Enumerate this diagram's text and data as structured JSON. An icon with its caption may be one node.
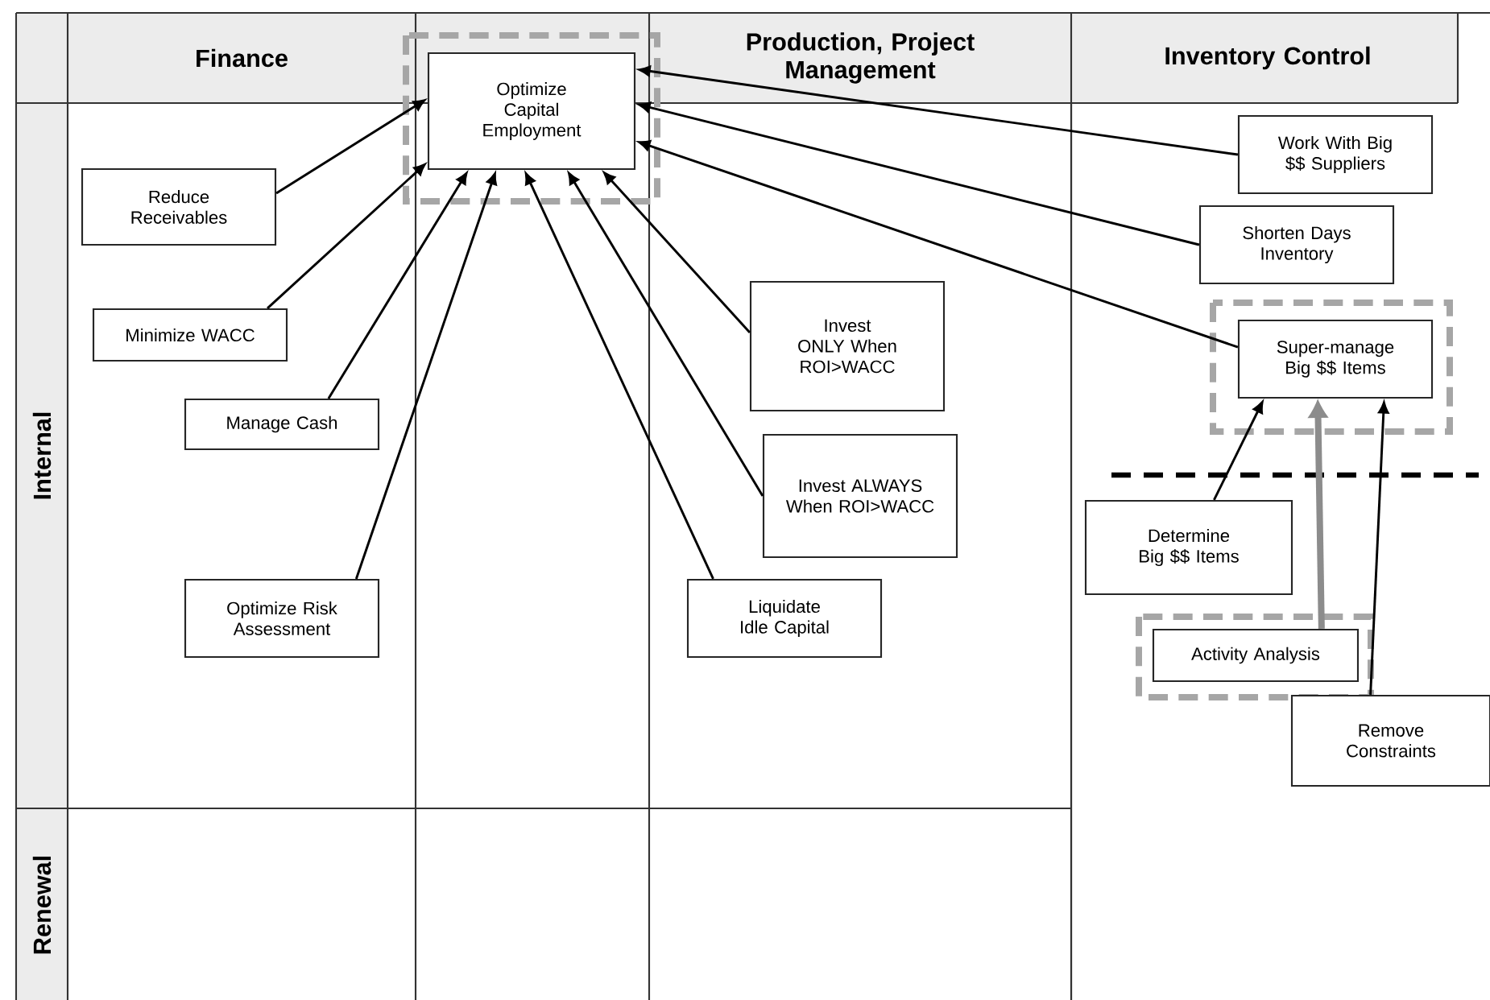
{
  "diagram": {
    "nodes": [
      {
        "text": [
          "Optimize Capital Employment"
        ]
      },
      {
        "text": [
          "Reduce Receivables"
        ]
      },
      {
        "text": [
          "Minimize WACC"
        ]
      },
      {
        "text": [
          "Manage Cash"
        ]
      },
      {
        "text": [
          "Optimize Risk Assessment"
        ]
      },
      {
        "text": [
          "Invest ONLY When ROI>WACC"
        ]
      },
      {
        "text": [
          "Invest ALWAYS When ROI>WACC"
        ]
      },
      {
        "text": [
          "Liquidate Idle Capital"
        ]
      },
      {
        "text": [
          "Work With Big $$ Suppliers"
        ]
      },
      {
        "text": [
          "Shorten Days Inventory"
        ]
      },
      {
        "text": [
          "Super-manage Big $$ Items"
        ]
      },
      {
        "text": [
          "Determine Big $$ Items"
        ]
      },
      {
        "text": [
          "Activity Analysis"
        ]
      },
      {
        "text": [
          "Remove Constraints"
        ]
      }
    ],
    "edges": [
      {
        "from": 1,
        "to": 0,
        "arrow": "to"
      },
      {
        "from": 2,
        "to": 0,
        "arrow": "to"
      },
      {
        "from": 3,
        "to": 0,
        "arrow": "to"
      },
      {
        "from": 4,
        "to": 0,
        "arrow": "to"
      },
      {
        "from": 7,
        "to": 0,
        "arrow": "to"
      },
      {
        "from": 6,
        "to": 0,
        "arrow": "to"
      },
      {
        "from": 5,
        "to": 0,
        "arrow": "to"
      },
      {
        "from": 8,
        "to": 0,
        "arrow": "to"
      },
      {
        "from": 9,
        "to": 0,
        "arrow": "to"
      },
      {
        "from": 10,
        "to": 0,
        "arrow": "to"
      },
      {
        "from": 11,
        "to": 10,
        "arrow": "to"
      },
      {
        "from": 12,
        "to": 10,
        "arrow": "to",
        "style": "thick",
        "color": "#8c8c8c"
      },
      {
        "from": 13,
        "to": 10,
        "arrow": "to"
      }
    ],
    "labels": [
      "Finance",
      "Production, Project Management",
      "Inventory Control",
      "Internal",
      "Renewal"
    ]
  }
}
